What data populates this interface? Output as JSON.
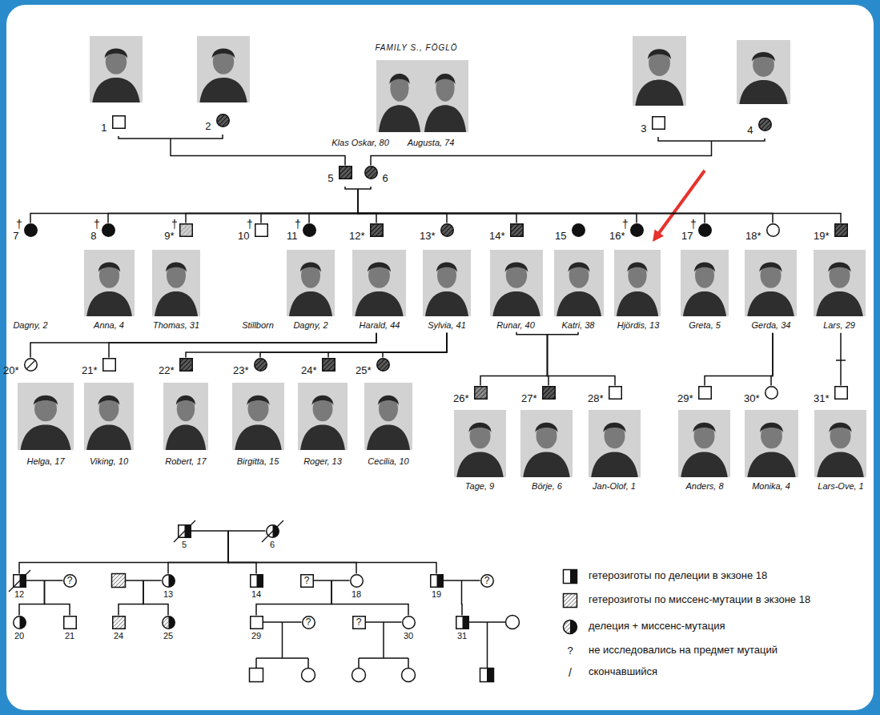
{
  "diagram": {
    "title": "FAMILY S., FÖGLÖ",
    "nodes": [
      {
        "text": [
          "1"
        ]
      },
      {
        "text": [
          "2"
        ]
      },
      {
        "text": [
          "3"
        ]
      },
      {
        "text": [
          "4"
        ]
      },
      {
        "text": [
          "5"
        ]
      },
      {
        "text": [
          "6"
        ]
      },
      {
        "text": [
          "7",
          "Dagny, 2"
        ]
      },
      {
        "text": [
          "8",
          "Anna, 4"
        ]
      },
      {
        "text": [
          "9*",
          "Thomas, 31"
        ]
      },
      {
        "text": [
          "10",
          "Stillborn"
        ]
      },
      {
        "text": [
          "11",
          "Dagny, 2"
        ]
      },
      {
        "text": [
          "12*",
          "Harald, 44"
        ]
      },
      {
        "text": [
          "13*",
          "Sylvia, 41"
        ]
      },
      {
        "text": [
          "14*",
          "Runar, 40"
        ]
      },
      {
        "text": [
          "15",
          "Katri, 38"
        ]
      },
      {
        "text": [
          "16*",
          "Hjördis, 13"
        ]
      },
      {
        "text": [
          "17",
          "Greta, 5"
        ]
      },
      {
        "text": [
          "18*",
          "Gerda, 34"
        ]
      },
      {
        "text": [
          "19*",
          "Lars, 29"
        ]
      },
      {
        "text": [
          "20*",
          "Helga, 17"
        ]
      },
      {
        "text": [
          "21*",
          "Viking, 10"
        ]
      },
      {
        "text": [
          "22*",
          "Robert, 17"
        ]
      },
      {
        "text": [
          "23*",
          "Birgitta, 15"
        ]
      },
      {
        "text": [
          "24*",
          "Roger, 13"
        ]
      },
      {
        "text": [
          "25*",
          "Cecilia, 10"
        ]
      },
      {
        "text": [
          "26*",
          "Tage, 9"
        ]
      },
      {
        "text": [
          "27*",
          "Börje, 6"
        ]
      },
      {
        "text": [
          "28*",
          "Jan-Olof, 1"
        ]
      },
      {
        "text": [
          "29*",
          "Anders, 8"
        ]
      },
      {
        "text": [
          "30*",
          "Monika, 4"
        ]
      },
      {
        "text": [
          "31*",
          "Lars-Ove, 1"
        ]
      },
      {
        "text": [
          "5"
        ]
      },
      {
        "text": [
          "6"
        ]
      },
      {
        "text": [
          "12"
        ]
      },
      {
        "text": [
          "?"
        ]
      },
      {
        "text": [
          "13"
        ]
      },
      {
        "text": [
          "14"
        ]
      },
      {
        "text": [
          "?"
        ]
      },
      {
        "text": [
          "18"
        ]
      },
      {
        "text": [
          "19"
        ]
      },
      {
        "text": [
          "?"
        ]
      },
      {
        "text": [
          "20"
        ]
      },
      {
        "text": [
          "21"
        ]
      },
      {
        "text": [
          "24"
        ]
      },
      {
        "text": [
          "25"
        ]
      },
      {
        "text": [
          "29"
        ]
      },
      {
        "text": [
          "?"
        ]
      },
      {
        "text": [
          "?"
        ]
      },
      {
        "text": [
          "30"
        ]
      },
      {
        "text": [
          "31"
        ]
      }
    ],
    "edges": [
      {
        "from": 0,
        "to": 1,
        "arrow": "none"
      },
      {
        "from": 0,
        "to": 4,
        "arrow": "none"
      },
      {
        "from": 2,
        "to": 3,
        "arrow": "none"
      },
      {
        "from": 2,
        "to": 5,
        "arrow": "none"
      },
      {
        "from": 4,
        "to": 5,
        "arrow": "none"
      },
      {
        "from": 4,
        "to": 6,
        "arrow": "none"
      },
      {
        "from": 4,
        "to": 7,
        "arrow": "none"
      },
      {
        "from": 4,
        "to": 8,
        "arrow": "none"
      },
      {
        "from": 4,
        "to": 9,
        "arrow": "none"
      },
      {
        "from": 4,
        "to": 10,
        "arrow": "none"
      },
      {
        "from": 4,
        "to": 11,
        "arrow": "none"
      },
      {
        "from": 4,
        "to": 12,
        "arrow": "none"
      },
      {
        "from": 4,
        "to": 13,
        "arrow": "none"
      },
      {
        "from": 4,
        "to": 15,
        "arrow": "none"
      },
      {
        "from": 4,
        "to": 16,
        "arrow": "none"
      },
      {
        "from": 4,
        "to": 17,
        "arrow": "none"
      },
      {
        "from": 4,
        "to": 18,
        "arrow": "none"
      },
      {
        "from": 11,
        "to": 19,
        "arrow": "none"
      },
      {
        "from": 11,
        "to": 20,
        "arrow": "none"
      },
      {
        "from": 12,
        "to": 21,
        "arrow": "none"
      },
      {
        "from": 12,
        "to": 22,
        "arrow": "none"
      },
      {
        "from": 12,
        "to": 23,
        "arrow": "none"
      },
      {
        "from": 12,
        "to": 24,
        "arrow": "none"
      },
      {
        "from": 13,
        "to": 14,
        "arrow": "none"
      },
      {
        "from": 13,
        "to": 25,
        "arrow": "none"
      },
      {
        "from": 13,
        "to": 26,
        "arrow": "none"
      },
      {
        "from": 13,
        "to": 27,
        "arrow": "none"
      },
      {
        "from": 17,
        "to": 28,
        "arrow": "none"
      },
      {
        "from": 17,
        "to": 29,
        "arrow": "none"
      },
      {
        "from": 18,
        "to": 30,
        "arrow": "none"
      },
      {
        "from": 31,
        "to": 32,
        "arrow": "none"
      },
      {
        "from": 31,
        "to": 33,
        "arrow": "none"
      },
      {
        "from": 31,
        "to": 35,
        "arrow": "none"
      },
      {
        "from": 31,
        "to": 36,
        "arrow": "none"
      },
      {
        "from": 31,
        "to": 38,
        "arrow": "none"
      },
      {
        "from": 31,
        "to": 39,
        "arrow": "none"
      },
      {
        "from": 33,
        "to": 34,
        "arrow": "none"
      },
      {
        "from": 33,
        "to": 41,
        "arrow": "none"
      },
      {
        "from": 33,
        "to": 42,
        "arrow": "none"
      },
      {
        "from": 35,
        "to": 43,
        "arrow": "none"
      },
      {
        "from": 35,
        "to": 44,
        "arrow": "none"
      },
      {
        "from": 37,
        "to": 38,
        "arrow": "none"
      },
      {
        "from": 38,
        "to": 45,
        "arrow": "none"
      },
      {
        "from": 38,
        "to": 48,
        "arrow": "none"
      },
      {
        "from": 45,
        "to": 46,
        "arrow": "none"
      },
      {
        "from": 47,
        "to": 48,
        "arrow": "none"
      },
      {
        "from": 39,
        "to": 40,
        "arrow": "none"
      },
      {
        "from": 39,
        "to": 49,
        "arrow": "none"
      }
    ],
    "labels": [
      "Klas Oskar, 80",
      "Augusta, 74",
      "†",
      "†",
      "†",
      "†",
      "†",
      "†",
      "†",
      "?",
      "/"
    ],
    "legend": [
      {
        "text": "гетерозиготы по делеции в экзоне 18"
      },
      {
        "text": "гетерозиготы по миссенс-мутации в экзоне 18"
      },
      {
        "text": "делеция + миссенс-мутация"
      },
      {
        "text": "не исследовались на предмет мутаций"
      },
      {
        "text": "скончавшийся"
      }
    ]
  }
}
